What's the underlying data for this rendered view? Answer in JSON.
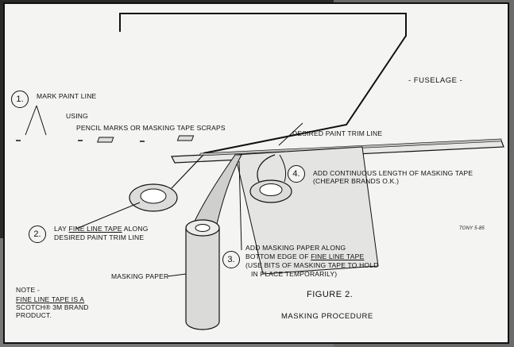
{
  "labels": {
    "fuselage": "- FUSELAGE -",
    "step1_num": "1.",
    "step1_text": "MARK PAINT LINE",
    "using": "USING",
    "pencil": "PENCIL MARKS OR MASKING TAPE SCRAPS",
    "desired_trim": "DESIRED PAINT TRIM LINE",
    "step4_num": "4.",
    "step4_line1": "ADD CONTINUOUS LENGTH OF MASKING TAPE",
    "step4_line2": "(CHEAPER BRANDS O.K.)",
    "step2_num": "2.",
    "step2_line1_a": "LAY ",
    "step2_line1_b": "FINE LINE TAPE",
    "step2_line1_c": " ALONG",
    "step2_line2": "DESIRED PAINT TRIM LINE",
    "step3_num": "3.",
    "step3_line1": "ADD MASKING PAPER ALONG",
    "step3_line2_a": "BOTTOM EDGE OF ",
    "step3_line2_b": "FINE LINE TAPE",
    "step3_line3": "(USE BITS OF MASKING TAPE TO HOLD",
    "step3_line4": "IN PLACE TEMPORARILY)",
    "masking_paper": "MASKING PAPER",
    "note1": "NOTE -",
    "note2": "FINE LINE TAPE IS A",
    "note3": "SCOTCH® 3M BRAND",
    "note4": "PRODUCT.",
    "figure": "FIGURE 2.",
    "caption": "MASKING PROCEDURE",
    "signature": "TONY 5-85"
  }
}
